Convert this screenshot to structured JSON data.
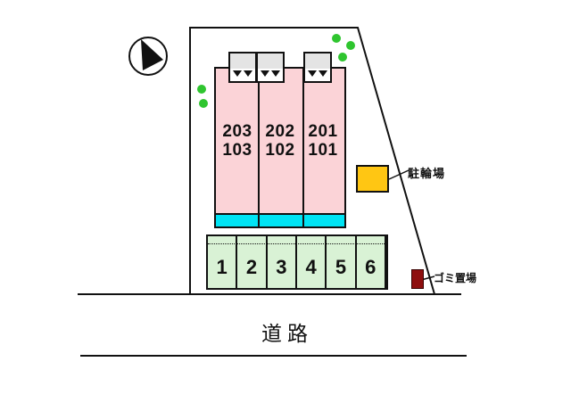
{
  "plan": {
    "building": {
      "units": [
        {
          "upper": "203",
          "lower": "103"
        },
        {
          "upper": "202",
          "lower": "102"
        },
        {
          "upper": "201",
          "lower": "101"
        }
      ]
    },
    "parking_spaces": [
      "1",
      "2",
      "3",
      "4",
      "5",
      "6"
    ],
    "bicycle_parking_label": "駐輪場",
    "garbage_area_label": "ゴミ置場",
    "road_label": "道路",
    "icons": {
      "compass": "north-arrow-icon",
      "entrance_marker": "triangle-down-icon",
      "tree": "tree-icon"
    },
    "colors": {
      "building_fill": "#fbd3d7",
      "balcony_fill": "#00e4f4",
      "parking_fill": "#d9f2d5",
      "tree_fill": "#2fc52f",
      "tree_stroke": "#117711",
      "bicycle_fill": "#ffc613",
      "garbage_fill": "#8e0e0e",
      "outline": "#111111"
    }
  }
}
